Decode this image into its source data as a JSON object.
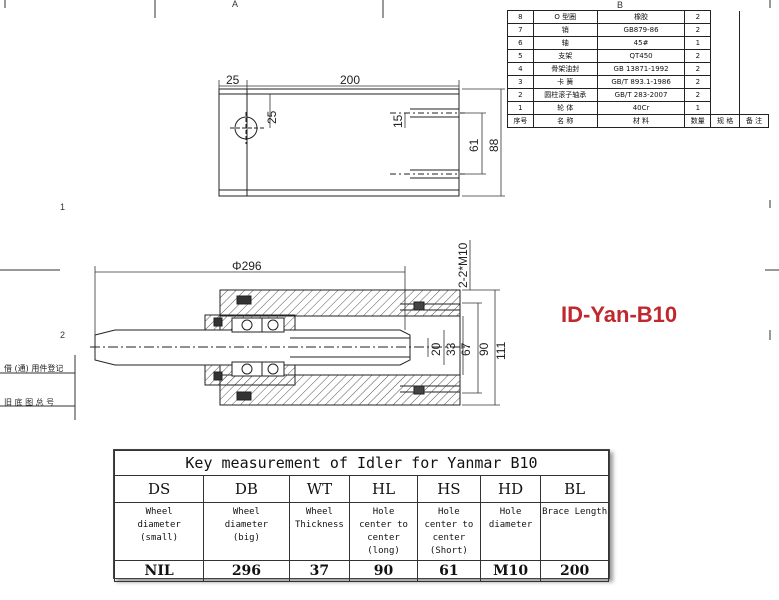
{
  "grid": {
    "col_a": "A",
    "col_b": "B",
    "row_1": "1",
    "row_2": "2"
  },
  "side_labels": {
    "reg": "借 (通) 用件登记",
    "ref": "旧 底 图 总 号"
  },
  "dimensions": {
    "top_25": "25",
    "top_200": "200",
    "vert_25": "25",
    "vert_15": "15",
    "vert_61": "61",
    "vert_88": "88",
    "phi_296": "Φ296",
    "thread": "2-2*M10",
    "sec_20": "20",
    "sec_33": "33",
    "sec_67": "67",
    "sec_90": "90",
    "sec_111": "111"
  },
  "bom": {
    "rows": [
      {
        "no": "8",
        "name": "O 型圈",
        "spec": "橡胶",
        "qty": "2"
      },
      {
        "no": "7",
        "name": "销",
        "spec": "GB879-86",
        "qty": "2"
      },
      {
        "no": "6",
        "name": "轴",
        "spec": "45#",
        "qty": "1"
      },
      {
        "no": "5",
        "name": "支架",
        "spec": "QT450",
        "qty": "2"
      },
      {
        "no": "4",
        "name": "骨架油封",
        "spec": "GB 13871-1992",
        "qty": "2"
      },
      {
        "no": "3",
        "name": "卡 簧",
        "spec": "GB/T 893.1-1986",
        "qty": "2"
      },
      {
        "no": "2",
        "name": "圆柱滚子轴承",
        "spec": "GB/T 283-2007",
        "qty": "2"
      },
      {
        "no": "1",
        "name": "轮 体",
        "spec": "40Cr",
        "qty": "1"
      }
    ],
    "header": {
      "no": "序号",
      "name": "名 称",
      "spec": "材 料",
      "qty": "数量",
      "size": "规 格",
      "note": "备 注"
    }
  },
  "id_label": "ID-Yan-B10",
  "key_table": {
    "title": "Key measurement of Idler for Yanmar B10",
    "columns": [
      {
        "code": "DS",
        "desc": "Wheel\ndiameter\n(small)",
        "value": "NIL"
      },
      {
        "code": "DB",
        "desc": "Wheel\ndiameter\n(big)",
        "value": "296"
      },
      {
        "code": "WT",
        "desc": "Wheel\nThickness",
        "value": "37"
      },
      {
        "code": "HL",
        "desc": "Hole\ncenter to\ncenter\n(long)",
        "value": "90"
      },
      {
        "code": "HS",
        "desc": "Hole\ncenter to\ncenter\n(Short)",
        "value": "61"
      },
      {
        "code": "HD",
        "desc": "Hole\ndiameter",
        "value": "M10"
      },
      {
        "code": "BL",
        "desc": "Brace Length",
        "value": "200"
      }
    ]
  }
}
